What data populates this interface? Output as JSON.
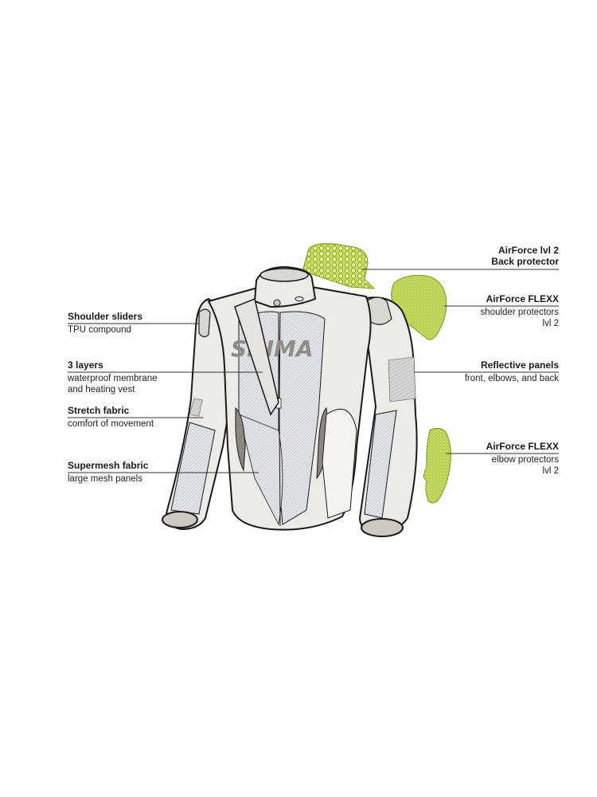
{
  "diagram": {
    "subject": "Motorcycle jacket feature illustration",
    "brand_mark": "SHIMA",
    "colors": {
      "background": "#ffffff",
      "outline": "#1a1a1a",
      "jacket_fill": "#ecebe7",
      "mesh_fill": "#cfd3da",
      "reflective_fill": "#b9b9b9",
      "protector_green": "#c6df5a",
      "leader_line": "#333333"
    }
  },
  "callouts_left": [
    {
      "title": "Shoulder sliders",
      "desc": "TPU compound"
    },
    {
      "title": "3 layers",
      "desc": "waterproof membrane and heating vest",
      "desc_lines": [
        "waterproof membrane",
        "and heating vest"
      ]
    },
    {
      "title": "Stretch fabric",
      "desc": "comfort of movement"
    },
    {
      "title": "Supermesh fabric",
      "desc": "large mesh panels"
    }
  ],
  "callouts_right": [
    {
      "title_lines": [
        "AirForce lvl 2",
        "Back protector"
      ]
    },
    {
      "title": "AirForce FLEXX",
      "desc_lines": [
        "shoulder protectors",
        "lvl 2"
      ]
    },
    {
      "title": "Reflective panels",
      "desc": "front, elbows, and back"
    },
    {
      "title": "AirForce FLEXX",
      "desc_lines": [
        "elbow protectors",
        "lvl 2"
      ]
    }
  ]
}
